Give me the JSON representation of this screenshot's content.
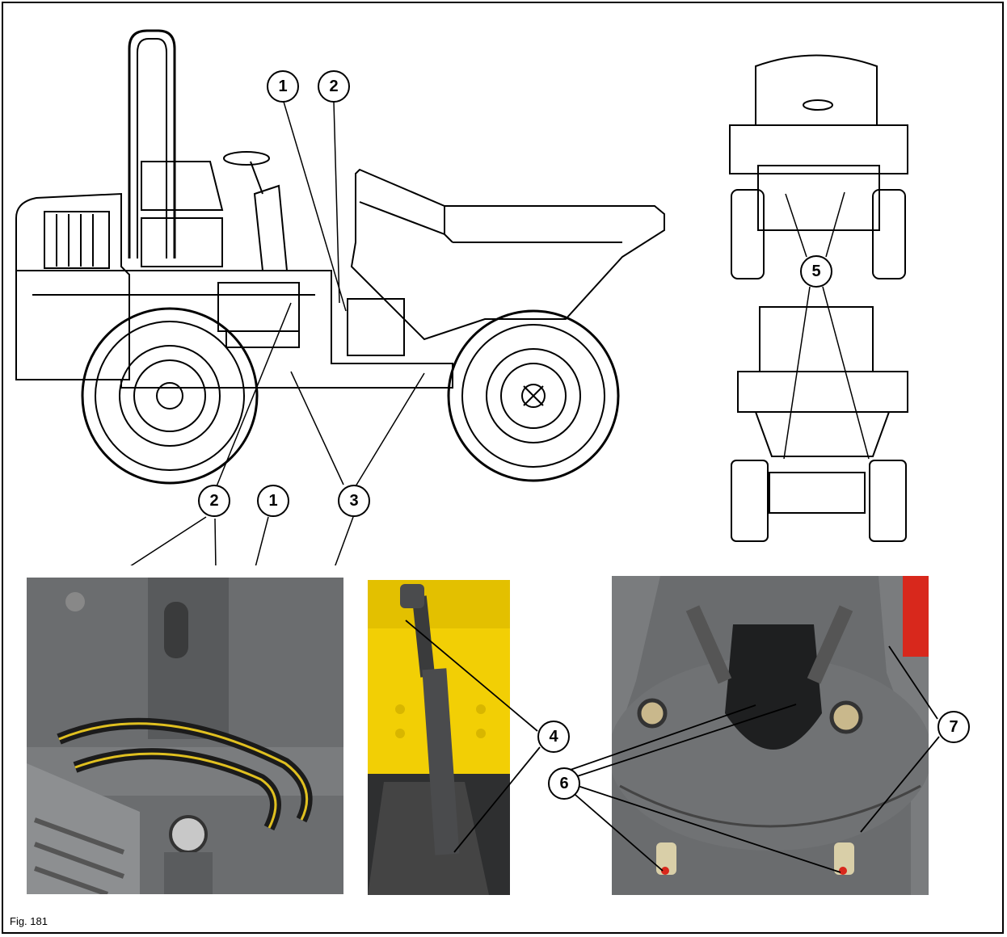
{
  "figure": {
    "caption": "Fig. 181",
    "callouts": {
      "c1_top": "1",
      "c2_top": "2",
      "c2_bottom": "2",
      "c1_bottom": "1",
      "c3": "3",
      "c4": "4",
      "c5": "5",
      "c6": "6",
      "c7": "7"
    }
  },
  "colors": {
    "line_art": "#000000",
    "photo_gray": "#6b6d6f",
    "hose_yellow": "#e0c020",
    "body_yellow": "#f2cf05",
    "cone_red": "#d8281c"
  }
}
